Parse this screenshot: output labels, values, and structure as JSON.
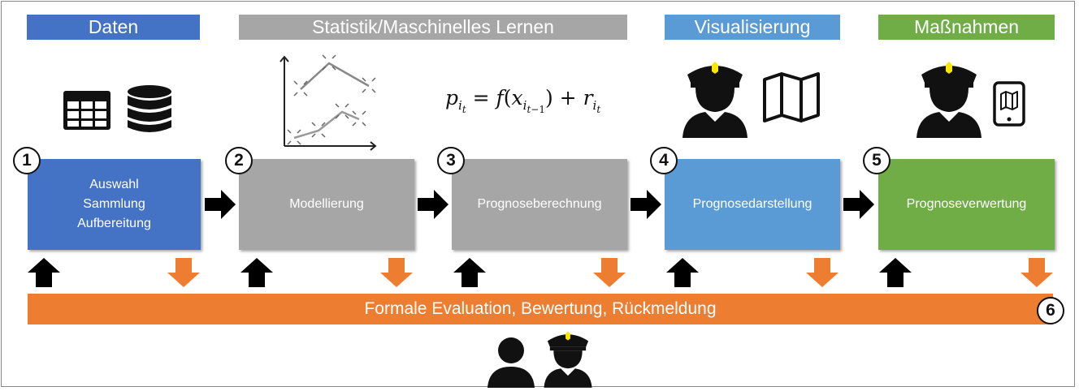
{
  "headers": {
    "daten": "Daten",
    "statistik": "Statistik/Maschinelles Lernen",
    "visualisierung": "Visualisierung",
    "massnahmen": "Maßnahmen"
  },
  "steps": [
    {
      "number": "1",
      "label": "Auswahl\nSammlung\nAufbereitung"
    },
    {
      "number": "2",
      "label": "Modellierung"
    },
    {
      "number": "3",
      "label": "Prognoseberechnung"
    },
    {
      "number": "4",
      "label": "Prognosedarstellung"
    },
    {
      "number": "5",
      "label": "Prognoseverwertung"
    }
  ],
  "evaluation": {
    "number": "6",
    "label": "Formale Evaluation, Bewertung, Rückmeldung"
  },
  "formula": "p_{i_t} = f(x_{i_{t−1}}) + r_{i_t}",
  "colors": {
    "daten": "#4472c4",
    "statistik": "#a6a6a6",
    "visualisierung": "#5b9bd5",
    "massnahmen": "#70ad47",
    "evaluation": "#ed7d31",
    "arrow_up": "#000000",
    "arrow_down": "#ed7d31"
  },
  "icons": [
    "table-icon",
    "database-icon",
    "scatter-plot-icon",
    "police-officer-icon",
    "map-icon",
    "tablet-map-icon",
    "person-icon"
  ]
}
